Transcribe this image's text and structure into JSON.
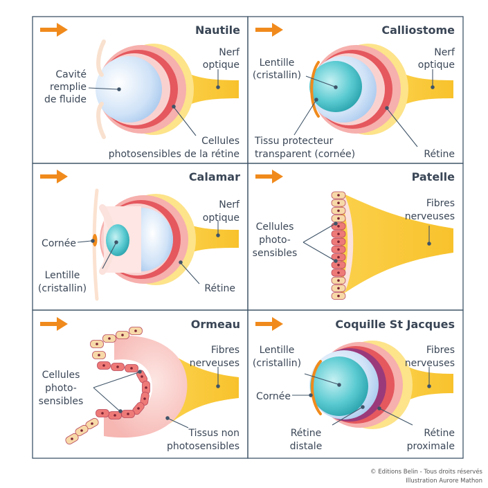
{
  "panels": {
    "nautile": {
      "title": "Nautile",
      "label_cavity": [
        "Cavité",
        "remplie",
        "de fluide"
      ],
      "label_nerve": [
        "Nerf",
        "optique"
      ],
      "label_cells": [
        "Cellules",
        "photosensibles de la rétine"
      ]
    },
    "calliostome": {
      "title": "Calliostome",
      "label_lens": [
        "Lentille",
        "(cristallin)"
      ],
      "label_nerve": [
        "Nerf",
        "optique"
      ],
      "label_tissue": [
        "Tissu protecteur",
        "transparent (cornée)"
      ],
      "label_retina": "Rétine"
    },
    "calamar": {
      "title": "Calamar",
      "label_nerve": [
        "Nerf",
        "optique"
      ],
      "label_cornea": "Cornée",
      "label_lens": [
        "Lentille",
        "(cristallin)"
      ],
      "label_retina": "Rétine"
    },
    "patelle": {
      "title": "Patelle",
      "label_fibers": [
        "Fibres",
        "nerveuses"
      ],
      "label_cells": [
        "Cellules",
        "photo-",
        "sensibles"
      ]
    },
    "ormeau": {
      "title": "Ormeau",
      "label_fibers": [
        "Fibres",
        "nerveuses"
      ],
      "label_cells": [
        "Cellules",
        "photo-",
        "sensibles"
      ],
      "label_tissue": [
        "Tissus non",
        "photosensibles"
      ]
    },
    "coquille": {
      "title": "Coquille St Jacques",
      "label_lens": [
        "Lentille",
        "(cristallin)"
      ],
      "label_fibers": [
        "Fibres",
        "nerveuses"
      ],
      "label_cornea": "Cornée",
      "label_distal": [
        "Rétine",
        "distale"
      ],
      "label_proximal": [
        "Rétine",
        "proximale"
      ]
    }
  },
  "credit": [
    "© Editions Belin - Tous droits réservés",
    "Illustration Aurore Mathon"
  ],
  "colors": {
    "arrow": "#f08a1c",
    "nerve": "#fbd04a",
    "sclera": "#f3a3a3",
    "retina": "#e4585e",
    "vitreous": "#cfe2f7",
    "lens": "#3fb8c2",
    "cornea": "#f08a1c",
    "grid": "#3f5468",
    "purple": "#9a3a7a"
  }
}
